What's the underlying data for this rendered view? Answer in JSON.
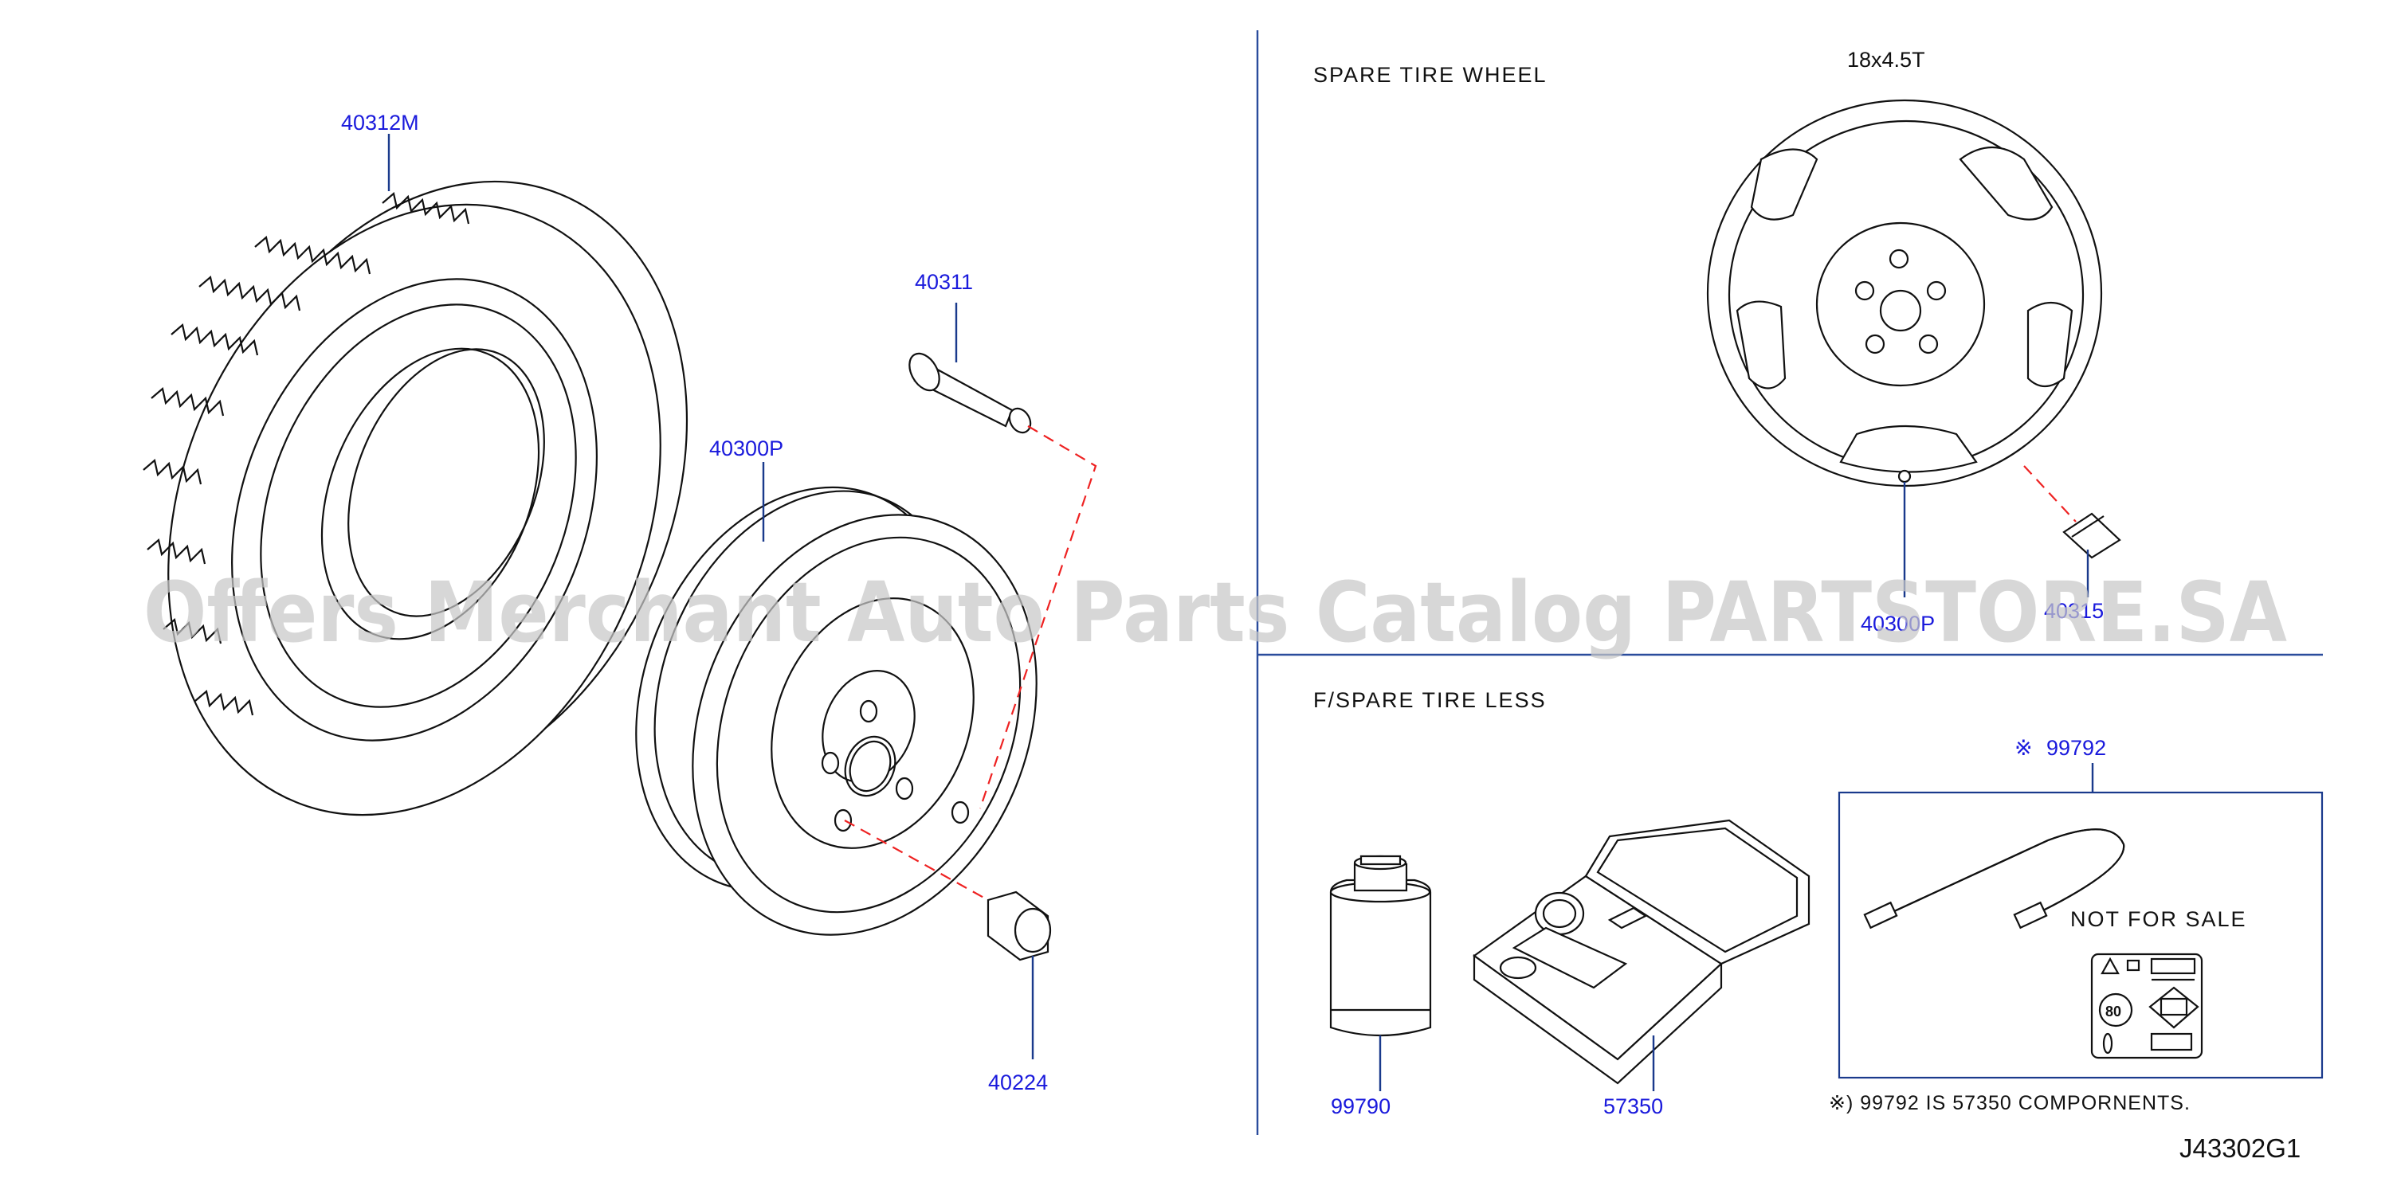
{
  "sections": {
    "spare": {
      "title": "SPARE   TIRE   WHEEL",
      "size": "18x4.5T"
    },
    "less": {
      "title": "F/SPARE   TIRE   LESS"
    }
  },
  "parts": {
    "tire": "40312M",
    "valve": "40311",
    "wheel": "40300P",
    "nut": "40224",
    "spare_wheel": "40300P",
    "spare_valve": "40315",
    "sealant": "99790",
    "compressor_kit": "57350",
    "hose": "99792"
  },
  "hose_box": {
    "mark": "※",
    "label": "NOT   FOR   SALE"
  },
  "footnote": "※)   99792   IS   57350   COMPORNENTS.",
  "figure_id": "J43302G1",
  "watermark": "Offers Merchant Auto Parts Catalog PARTSTORE.SA",
  "colors": {
    "callout": "#1a1adc",
    "leader": "#1a3a8c",
    "dashed": "#ee2222",
    "divider": "#2a4c9c"
  },
  "icons": [
    "warning-label-icon",
    "speed-limit-80-icon",
    "tire-pressure-icon"
  ]
}
